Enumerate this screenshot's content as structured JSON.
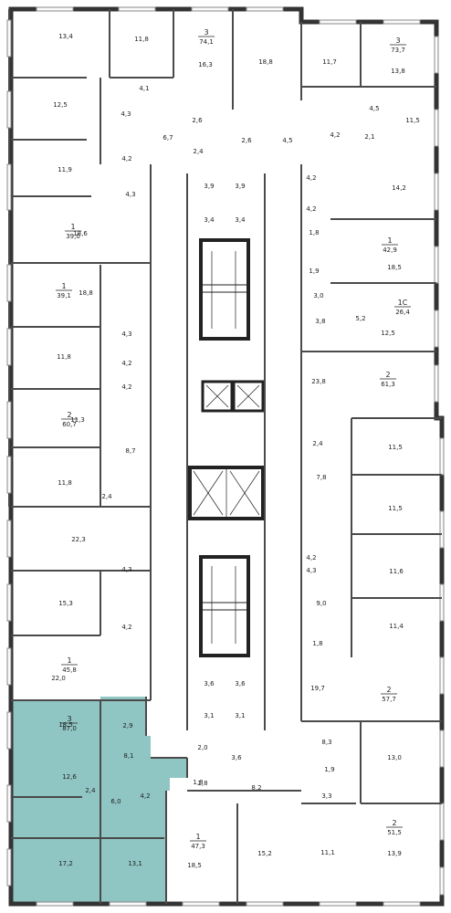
{
  "colors": {
    "wall": "#4a4a4a",
    "highlight": "#8fc6c4",
    "background": "#ffffff"
  },
  "highlighted_apartment": {
    "rooms": "3",
    "area": "87,0"
  },
  "apartments": [
    {
      "id": "apt-3-74-1",
      "rooms": "3",
      "area": "74,1"
    },
    {
      "id": "apt-3-73-7",
      "rooms": "3",
      "area": "73,7"
    },
    {
      "id": "apt-1-39-0",
      "rooms": "1",
      "area": "39,0"
    },
    {
      "id": "apt-1-42-9",
      "rooms": "1",
      "area": "42,9"
    },
    {
      "id": "apt-1-39-1",
      "rooms": "1",
      "area": "39,1"
    },
    {
      "id": "apt-1c-26-4",
      "rooms": "1С",
      "area": "26,4"
    },
    {
      "id": "apt-2-61-3",
      "rooms": "2",
      "area": "61,3"
    },
    {
      "id": "apt-2-60-7",
      "rooms": "2",
      "area": "60,7"
    },
    {
      "id": "apt-1-45-8",
      "rooms": "1",
      "area": "45,8"
    },
    {
      "id": "apt-2-57-7",
      "rooms": "2",
      "area": "57,7"
    },
    {
      "id": "apt-3-87-0",
      "rooms": "3",
      "area": "87,0"
    },
    {
      "id": "apt-1-47-3",
      "rooms": "1",
      "area": "47,3"
    },
    {
      "id": "apt-2-51-5",
      "rooms": "2",
      "area": "51,5"
    }
  ],
  "room_areas": [
    "13,4",
    "11,8",
    "16,3",
    "18,8",
    "11,7",
    "13,8",
    "12,5",
    "4,1",
    "4,3",
    "2,6",
    "2,6",
    "6,7",
    "4,5",
    "4,2",
    "2,1",
    "11,5",
    "4,5",
    "2,4",
    "4,2",
    "11,9",
    "4,3",
    "3,9",
    "3,9",
    "4,2",
    "14,2",
    "3,4",
    "3,4",
    "18,6",
    "4,2",
    "1,8",
    "18,5",
    "1,9",
    "18,8",
    "3,0",
    "5,2",
    "3,8",
    "12,5",
    "4,3",
    "11,8",
    "4,2",
    "23,8",
    "4,2",
    "11,3",
    "2,4",
    "11,5",
    "8,7",
    "7,8",
    "11,8",
    "2,4",
    "11,5",
    "22,3",
    "4,3",
    "4,2",
    "11,6",
    "4,3",
    "15,3",
    "9,0",
    "4,2",
    "11,4",
    "1,8",
    "22,0",
    "3,6",
    "3,6",
    "19,7",
    "3,1",
    "3,1",
    "18,5",
    "2,9",
    "8,3",
    "8,1",
    "2,0",
    "3,6",
    "13,0",
    "1,9",
    "1,8",
    "8,2",
    "12,6",
    "2,4",
    "6,0",
    "4,2",
    "3,3",
    "11,1",
    "13,9",
    "17,2",
    "13,1",
    "18,5",
    "15,2",
    "1,8"
  ]
}
